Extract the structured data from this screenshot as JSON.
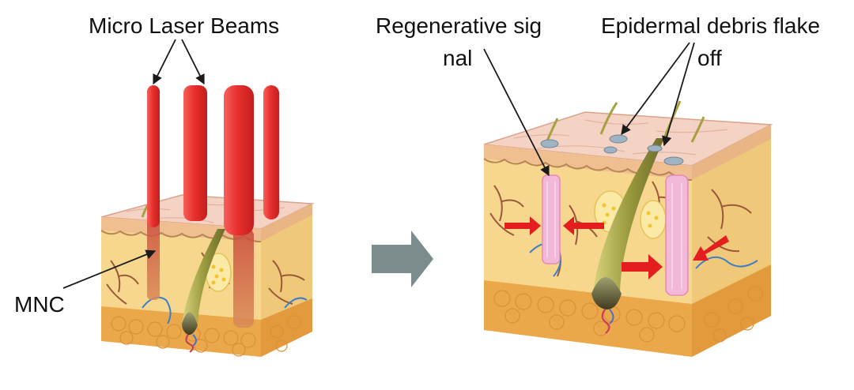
{
  "labels": {
    "laser": "Micro Laser Beams",
    "mnc": "MNC",
    "regen_line1": "Regenerative sig",
    "regen_line2": "nal",
    "debris_line1": "Epidermal debris flake",
    "debris_line2": "off"
  },
  "icons": {
    "process_arrow": "right-arrow-icon",
    "contraction": "red-arrow-icon"
  },
  "colors": {
    "dermis": "#f7d78d",
    "fat": "#eaa84b",
    "epidermis_top": "#f4d2c4",
    "epidermis_side": "#efbf92",
    "laser": "#e8302e",
    "regen": "#f2b8d7",
    "process_arrow": "#7c8b8c",
    "annotation_arrow": "#e41e1e",
    "leader_line": "#1a1a1a"
  }
}
